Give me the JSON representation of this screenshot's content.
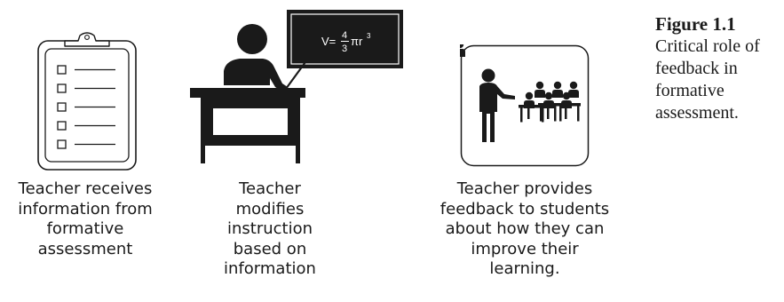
{
  "figure": {
    "number": "Figure 1.1",
    "caption": "Critical role of\nfeedback in\nformative\nassessment."
  },
  "steps": [
    {
      "icon": "clipboard-checklist-icon",
      "caption": "Teacher receives\ninformation from\nformative\nassessment"
    },
    {
      "icon": "teacher-at-blackboard-icon",
      "caption": "Teacher\nmodifies\ninstruction\nbased on\ninformation",
      "board_formula": {
        "lhs": "V=",
        "numerator": "4",
        "denominator": "3",
        "rest": "πr",
        "exponent": "3"
      }
    },
    {
      "icon": "teacher-with-students-icon",
      "caption": "Teacher provides\nfeedback to students\nabout how they can\nimprove their\nlearning."
    }
  ],
  "colors": {
    "ink": "#1a1a1a",
    "background": "#ffffff"
  }
}
